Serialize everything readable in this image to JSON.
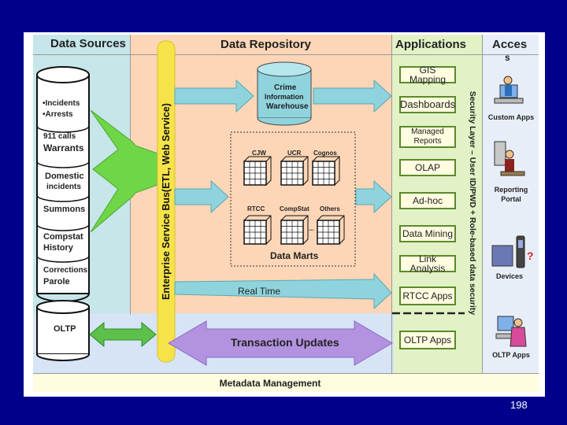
{
  "columns": {
    "data_sources": "Data Sources",
    "data_repository": "Data Repository",
    "applications": "Applications",
    "access": "Acces",
    "access_wrap": "s"
  },
  "data_sources": {
    "incidents": "•Incidents",
    "arrests": "•Arrests",
    "calls_1": "911 calls",
    "calls_2": "Warrants",
    "domestic_1": "Domestic",
    "domestic_2": "incidents",
    "summons": "Summons",
    "compstat_1": "Compstat",
    "compstat_2": "History",
    "corrections_1": "Corrections",
    "corrections_2": "Parole",
    "oltp": "OLTP"
  },
  "esb": "Enterprise Service Bus(ETL, Web Service)",
  "warehouse": [
    "Crime",
    "Information",
    "Warehouse"
  ],
  "marts": {
    "title": "Data Marts",
    "labels": [
      "CJW",
      "UCR",
      "Cognos",
      "RTCC",
      "CompStat",
      "Others"
    ],
    "ellipsis": "..."
  },
  "real_time": "Real Time",
  "transaction_updates": "Transaction Updates",
  "applications": [
    "GIS Mapping",
    "Dashboards",
    "Managed Reports",
    "OLAP",
    "Ad-hoc",
    "Data Mining",
    "Link Analysis",
    "RTCC Apps",
    "OLTP Apps"
  ],
  "security": "Security Layer – User ID/PWD + Role-based data security",
  "access": {
    "custom": "Custom Apps",
    "reporting_1": "Reporting",
    "reporting_2": "Portal",
    "devices": "Devices",
    "oltp": "OLTP Apps"
  },
  "metadata": "Metadata Management",
  "page_number": "198",
  "colors": {
    "background": "#00008b",
    "sources": "#c6e6ea",
    "repository": "#fcd6b6",
    "applications": "#e2f2c6",
    "access": "#e8eef8",
    "esb": "#f6e34a",
    "arrow_cyan": "#8fd3dd",
    "arrow_green": "#6fd648",
    "arrow_purple": "#b392e0"
  }
}
